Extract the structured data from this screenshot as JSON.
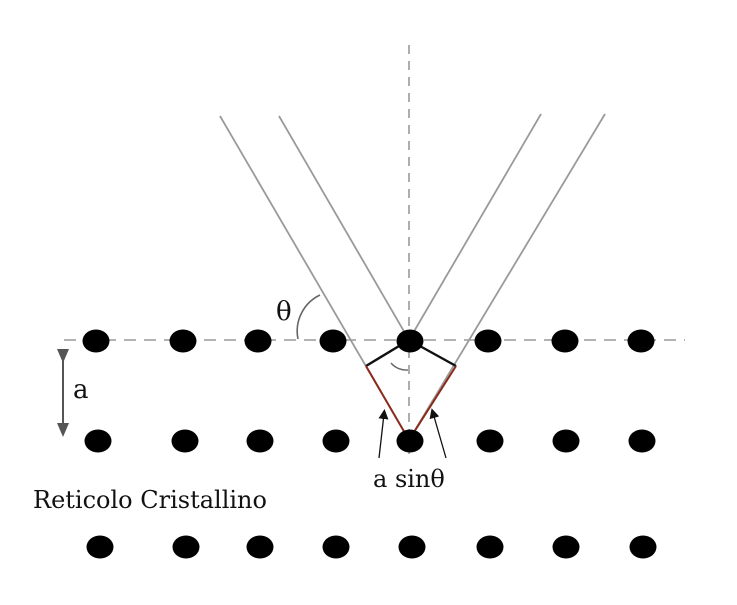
{
  "labels": {
    "theta": "θ",
    "spacing": "a",
    "path_difference": "a sinθ",
    "lattice": "Reticolo Cristallino"
  },
  "colors": {
    "background": "#ffffff",
    "atom": "#000000",
    "guide_line": "#999999",
    "ray": "#9a9a9a",
    "path_segment": "#8b2a1a",
    "perpendicular": "#111111",
    "arrow": "#555555"
  },
  "lattice": {
    "rows": 3,
    "atoms_per_row": 8
  }
}
